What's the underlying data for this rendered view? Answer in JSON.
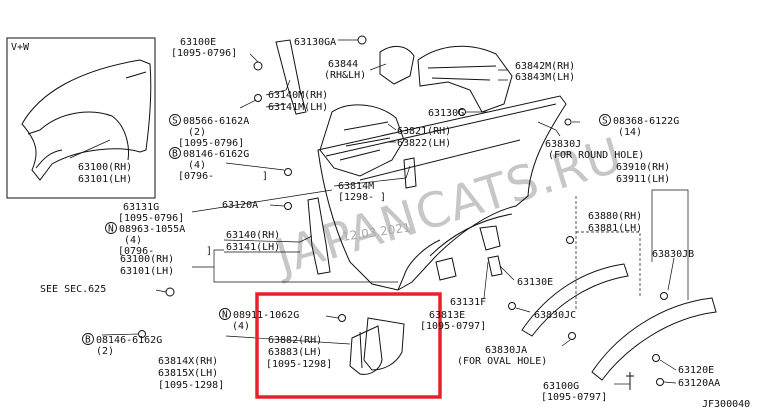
{
  "inset": {
    "label": "V+W",
    "part1": "63100(RH)",
    "part2": "63101(LH)"
  },
  "labels": {
    "p63100e": "63100E",
    "p63100e_date": "[1095-0796]",
    "p63130ga": "63130GA",
    "p63844": "63844",
    "p63844_side": "(RH&LH)",
    "p63842m": "63842M(RH)",
    "p63843m": "63843M(LH)",
    "p63140m": "63140M(RH)",
    "p63141m": "63141M(LH)",
    "s08566": "08566-6162A",
    "s08566_qty": "(2)",
    "s08566_date": "[1095-0796]",
    "b08146a": "08146-6162G",
    "b08146a_qty": "(4)",
    "b08146a_date": "[0796-",
    "p63130g": "63130G",
    "p63821": "63821(RH)",
    "p63822": "63822(LH)",
    "s08368": "08368-6122G",
    "s08368_qty": "(14)",
    "p63830j": "63830J",
    "p63830j_note": "(FOR ROUND HOLE)",
    "p63910": "63910(RH)",
    "p63911": "63911(LH)",
    "p63814m": "63814M",
    "p63814m_date": "[1298-",
    "p63131g": "63131G",
    "p63131g_date": "[1095-0796]",
    "n08963": "08963-1055A",
    "n08963_qty": "(4)",
    "n08963_date": "[0796-",
    "p63120a": "63120A",
    "p63880": "63880(RH)",
    "p63881": "63881(LH)",
    "p63140": "63140(RH)",
    "p63141": "63141(LH)",
    "p63830jb": "63830JB",
    "p63100": "63100(RH)",
    "p63101": "63101(LH)",
    "p63130e": "63130E",
    "see_sec": "SEE SEC.625",
    "p63131f": "63131F",
    "n08911": "08911-1062G",
    "n08911_qty": "(4)",
    "p63813e": "63813E",
    "p63813e_date": "[1095-0797]",
    "p63830jc": "63830JC",
    "b08146b": "08146-6162G",
    "b08146b_qty": "(2)",
    "p63882": "63882(RH)",
    "p63883": "63883(LH)",
    "p63882_date": "[1095-1298]",
    "p63830ja": "63830JA",
    "p63830ja_note": "(FOR OVAL HOLE)",
    "p63814x": "63814X(RH)",
    "p63815x": "63815X(LH)",
    "p63814x_date": "[1095-1298]",
    "p63120e": "63120E",
    "p63100g": "63100G",
    "p63100g_date": "[1095-0797]",
    "p63120aa": "63120AA",
    "diagram_id": "JF300040"
  },
  "symbols": {
    "s": "S",
    "b": "B",
    "n": "N"
  },
  "watermark": {
    "text": "JAPANCATS.RU",
    "date": "12.03.2021"
  },
  "highlight_color": "#e8202a"
}
